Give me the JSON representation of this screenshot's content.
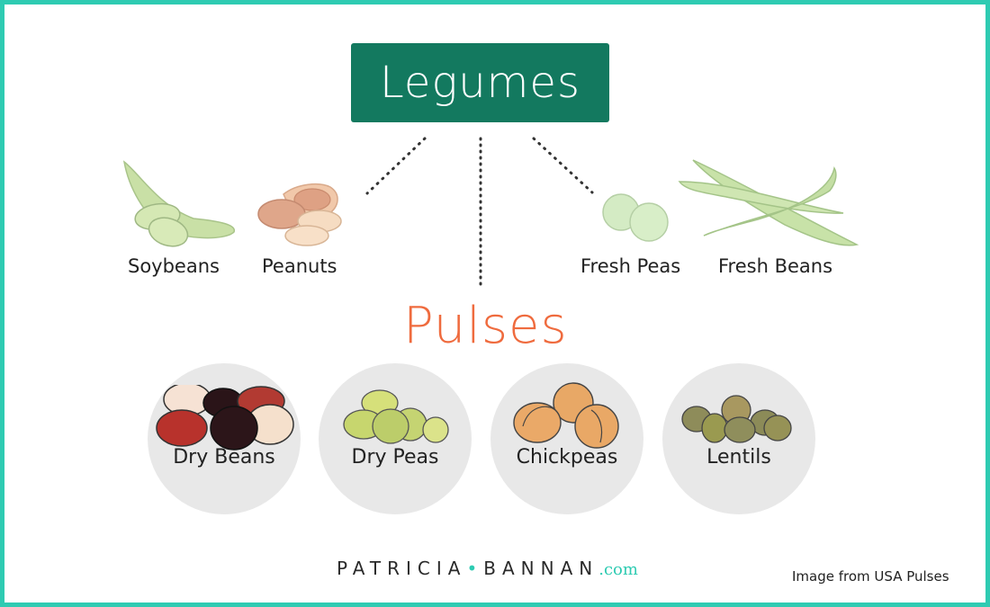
{
  "title": "Legumes",
  "legumes": [
    {
      "label": "Soybeans",
      "icon": "soybean-pod-icon"
    },
    {
      "label": "Peanuts",
      "icon": "peanut-icon"
    },
    {
      "label": "Fresh Peas",
      "icon": "fresh-peas-icon"
    },
    {
      "label": "Fresh Beans",
      "icon": "green-beans-icon"
    }
  ],
  "subtitle": "Pulses",
  "pulses": [
    {
      "label": "Dry Beans",
      "icon": "dry-beans-icon"
    },
    {
      "label": "Dry Peas",
      "icon": "dry-peas-icon"
    },
    {
      "label": "Chickpeas",
      "icon": "chickpeas-icon"
    },
    {
      "label": "Lentils",
      "icon": "lentils-icon"
    }
  ],
  "footer": {
    "brand_left": "PATRICIA",
    "brand_dot": "•",
    "brand_right": "BANNAN",
    "brand_tld": ".com",
    "credit": "Image from USA Pulses"
  },
  "colors": {
    "border": "#2ecbb2",
    "legumes_box": "#13795f",
    "pulses_text": "#ef6b3e",
    "circle_bg": "#e8e8e8"
  }
}
